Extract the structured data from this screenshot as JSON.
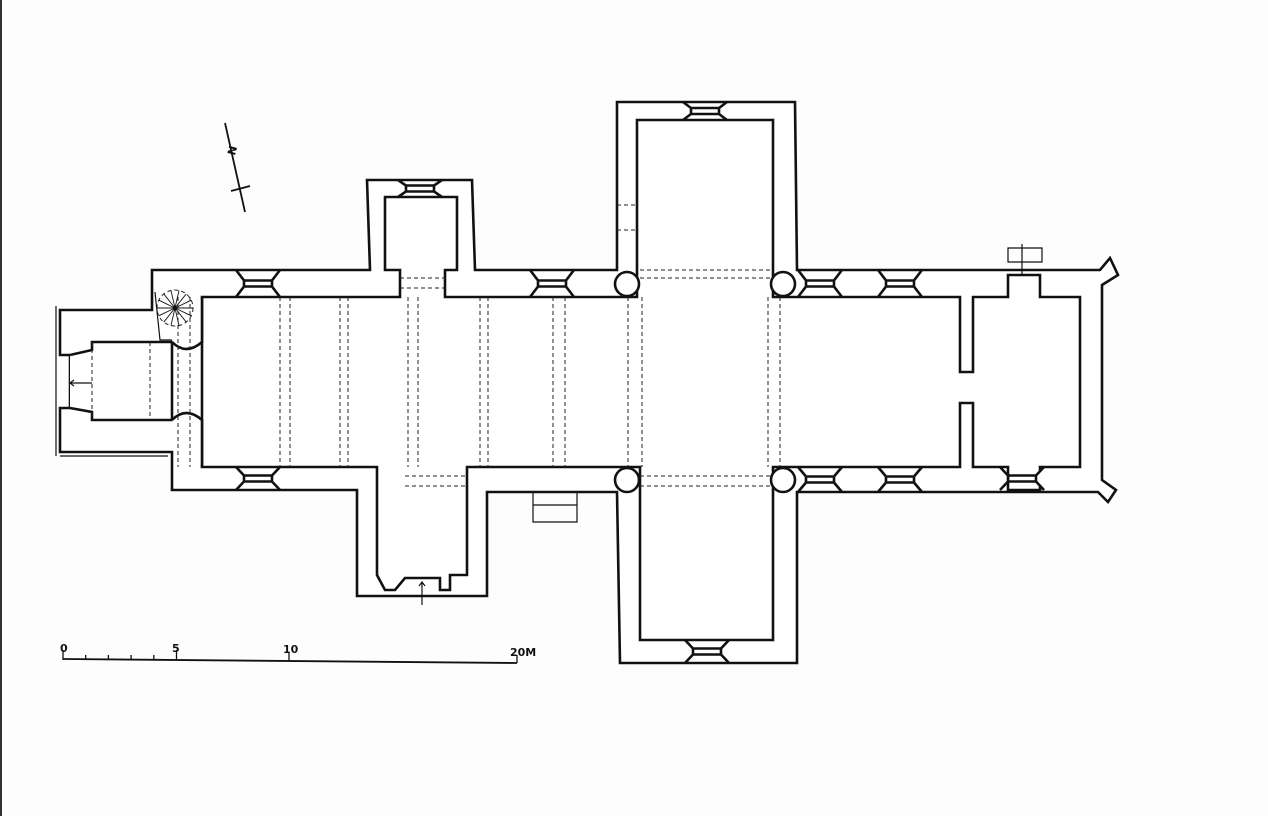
{
  "drawing": {
    "type": "church floor plan",
    "north_arrow": {
      "label": "N"
    },
    "scale_bar": {
      "labels": [
        "0",
        "5",
        "10",
        "20M"
      ],
      "values_m": [
        0,
        5,
        10,
        20
      ]
    }
  }
}
